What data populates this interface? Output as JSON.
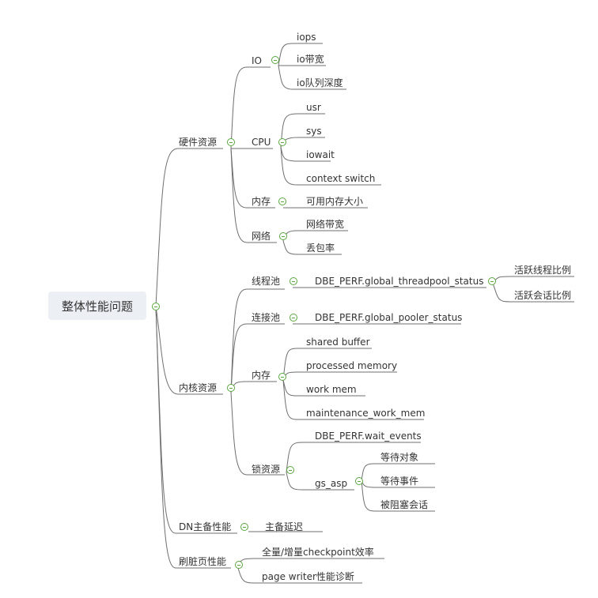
{
  "root": {
    "label": "整体性能问题"
  },
  "hardware": {
    "label": "硬件资源",
    "io": {
      "label": "IO",
      "items": [
        "iops",
        "io带宽",
        "io队列深度"
      ]
    },
    "cpu": {
      "label": "CPU",
      "items": [
        "usr",
        "sys",
        "iowait",
        "context switch"
      ]
    },
    "memory": {
      "label": "内存",
      "items": [
        "可用内存大小"
      ]
    },
    "network": {
      "label": "网络",
      "items": [
        "网络带宽",
        "丢包率"
      ]
    }
  },
  "kernel": {
    "label": "内核资源",
    "threadpool": {
      "label": "线程池",
      "view": "DBE_PERF.global_threadpool_status",
      "items": [
        "活跃线程比例",
        "活跃会话比例"
      ]
    },
    "pooler": {
      "label": "连接池",
      "view": "DBE_PERF.global_pooler_status"
    },
    "memory": {
      "label": "内存",
      "items": [
        "shared buffer",
        "processed memory",
        "work mem",
        "maintenance_work_mem"
      ]
    },
    "locks": {
      "label": "锁资源",
      "wait_events": "DBE_PERF.wait_events",
      "gs_asp": {
        "label": "gs_asp",
        "items": [
          "等待对象",
          "等待事件",
          "被阻塞会话"
        ]
      }
    }
  },
  "dn": {
    "label": "DN主备性能",
    "items": [
      "主备延迟"
    ]
  },
  "flush": {
    "label": "刷脏页性能",
    "items": [
      "全量/增量checkpoint效率",
      "page writer性能诊断"
    ]
  },
  "colors": {
    "line": "#6f6f6f",
    "toggle": "#5aa63f",
    "root_bg": "#eceff4",
    "text": "#333333"
  }
}
